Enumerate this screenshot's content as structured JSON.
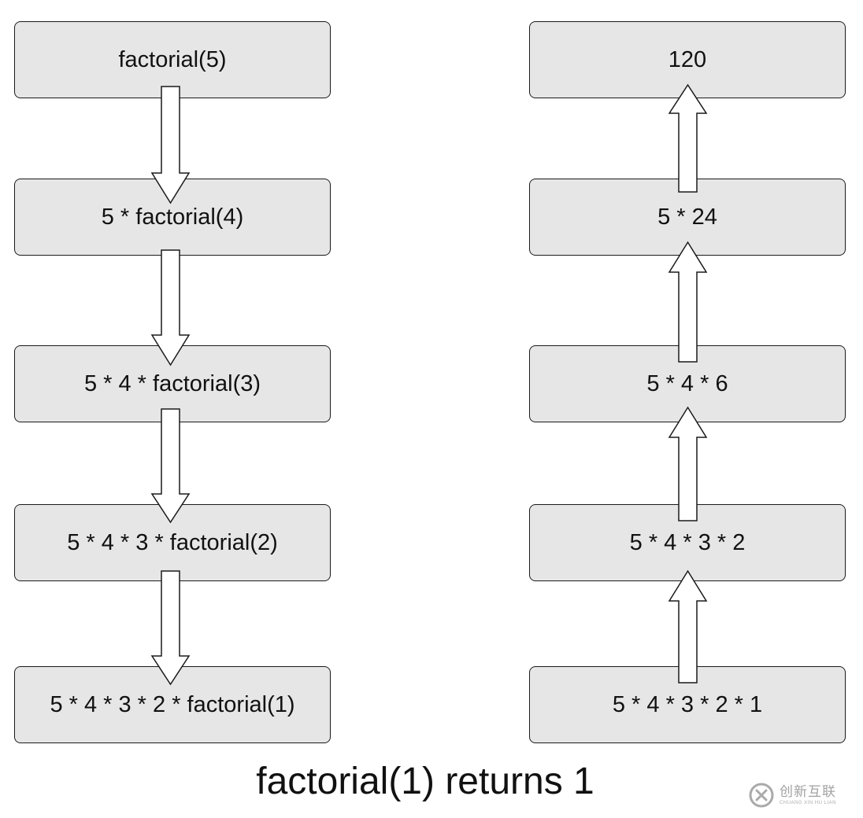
{
  "left_column": [
    {
      "label": "factorial(5)"
    },
    {
      "label": "5 * factorial(4)"
    },
    {
      "label": "5 * 4 * factorial(3)"
    },
    {
      "label": "5 * 4 * 3 * factorial(2)"
    },
    {
      "label": "5 * 4 * 3 * 2 * factorial(1)"
    }
  ],
  "right_column": [
    {
      "label": "120"
    },
    {
      "label": "5 * 24"
    },
    {
      "label": "5 * 4 * 6"
    },
    {
      "label": "5 * 4 * 3 * 2"
    },
    {
      "label": "5 * 4 * 3 * 2 * 1"
    }
  ],
  "caption": "factorial(1) returns 1",
  "watermark": {
    "main": "创新互联",
    "sub": "CHUANG XIN HU LIAN"
  },
  "colors": {
    "box_fill": "#e6e6e6",
    "box_stroke": "#1a1a1a",
    "arrow_fill": "#ffffff",
    "arrow_stroke": "#1a1a1a",
    "text": "#111111"
  }
}
